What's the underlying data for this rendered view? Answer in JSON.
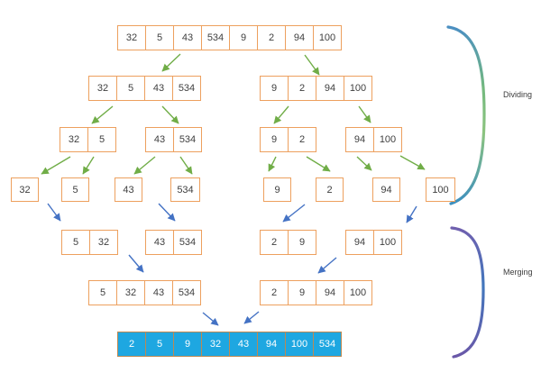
{
  "labels": {
    "dividing": "Dividing",
    "merging": "Merging"
  },
  "colors": {
    "box_border": "#EDA05E",
    "cell_text": "#3F3F3F",
    "divide_arrow_green": "#70AD47",
    "merge_arrow_blue": "#4472C4",
    "final_cell_fill": "#1EA7E1",
    "final_cell_border": "#BE8952",
    "final_cell_text": "#FFFFFF",
    "dividing_brace_gradient": [
      "#4B8FC2",
      "#7FC07A",
      "#3D8FBE"
    ],
    "merging_brace_gradient": [
      "#6F5FAE",
      "#4277BD",
      "#6A58A8"
    ]
  },
  "arrays": {
    "unsorted": [
      "32",
      "5",
      "43",
      "534",
      "9",
      "2",
      "94",
      "100"
    ],
    "divide_left4": [
      "32",
      "5",
      "43",
      "534"
    ],
    "divide_right4": [
      "9",
      "2",
      "94",
      "100"
    ],
    "divide_pair_1": [
      "32",
      "5"
    ],
    "divide_pair_2": [
      "43",
      "534"
    ],
    "divide_pair_3": [
      "9",
      "2"
    ],
    "divide_pair_4": [
      "94",
      "100"
    ],
    "singles": [
      "32",
      "5",
      "43",
      "534",
      "9",
      "2",
      "94",
      "100"
    ],
    "merge_pair_1": [
      "5",
      "32"
    ],
    "merge_pair_2": [
      "43",
      "534"
    ],
    "merge_pair_3": [
      "2",
      "9"
    ],
    "merge_pair_4": [
      "94",
      "100"
    ],
    "merge_left4": [
      "5",
      "32",
      "43",
      "534"
    ],
    "merge_right4": [
      "2",
      "9",
      "94",
      "100"
    ],
    "sorted": [
      "2",
      "5",
      "9",
      "32",
      "43",
      "94",
      "100",
      "534"
    ]
  }
}
